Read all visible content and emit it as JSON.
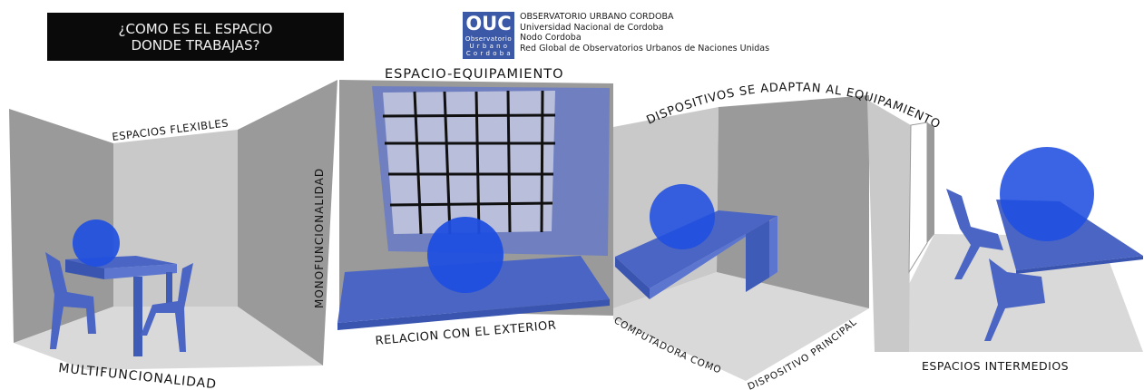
{
  "header": {
    "question_line1": "¿COMO ES EL ESPACIO",
    "question_line2": "DONDE TRABAJAS?"
  },
  "logo": {
    "acronym": "OUC",
    "line1": "Observatorio",
    "line2": "U r b a n o",
    "line3": "C o r d o b a"
  },
  "organization": {
    "name": "OBSERVATORIO URBANO CORDOBA",
    "university": "Universidad Nacional de Cordoba",
    "node": "Nodo Cordoba",
    "network": "Red Global de Observatorios Urbanos de Naciones Unidas"
  },
  "labels": {
    "espacios_flexibles": "ESPACIOS FLEXIBLES",
    "multifuncionalidad": "MULTIFUNCIONALIDAD",
    "monofuncionalidad": "MONOFUNCIONALIDAD",
    "espacio_equipamiento": "ESPACIO-EQUIPAMIENTO",
    "relacion_exterior": "RELACION CON EL EXTERIOR",
    "dispositivos_adaptan": "DISPOSITIVOS SE ADAPTAN AL EQUIPAMIENTO",
    "computadora_como": "COMPUTADORA COMO",
    "dispositivo_principal": "DISPOSITIVO PRINCIPAL",
    "espacios_intermedios": "ESPACIOS INTERMEDIOS"
  },
  "colors": {
    "wall_dark": "#9a9a9a",
    "wall_light": "#c9c9c9",
    "floor": "#d9d9d9",
    "furniture": "#4a65c4",
    "sphere": "#1f4fe0",
    "window_frame": "#6f7fbf",
    "window_glass": "#b9bfdb"
  }
}
